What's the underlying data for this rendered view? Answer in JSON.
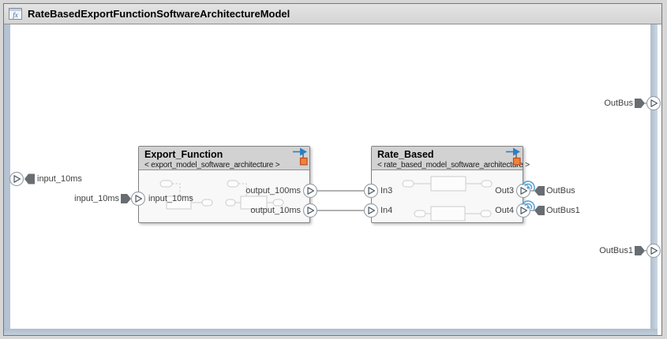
{
  "window": {
    "title": "RateBasedExportFunctionSoftwareArchitectureModel",
    "icon": "model-fx-icon"
  },
  "canvas": {
    "left_port": {
      "label": "input_10ms"
    },
    "right_ports": [
      {
        "label": "OutBus"
      },
      {
        "label": "OutBus1"
      }
    ]
  },
  "blocks": [
    {
      "title": "Export_Function",
      "subtitle": "< export_model_software_architecture >",
      "flag_label": "input_10ms",
      "inputs": [
        {
          "label": "input_10ms"
        }
      ],
      "outputs": [
        {
          "label": "output_100ms"
        },
        {
          "label": "output_10ms"
        }
      ]
    },
    {
      "title": "Rate_Based",
      "subtitle": "< rate_based_model_software_architecture >",
      "inputs": [
        {
          "label": "In3"
        },
        {
          "label": "In4"
        }
      ],
      "outputs": [
        {
          "label": "Out3",
          "flag": "OutBus"
        },
        {
          "label": "Out4",
          "flag": "OutBus1"
        }
      ]
    }
  ],
  "colors": {
    "frame_bar": "#b5c2d2",
    "block_header": "#d2d2d2",
    "block_body": "#f8f8f8",
    "badge_blue": "#2b7fc4",
    "badge_orange": "#ef8434",
    "wireless_blue": "#58a5d8",
    "flag_gray": "#686d72",
    "line_gray": "#848484"
  }
}
